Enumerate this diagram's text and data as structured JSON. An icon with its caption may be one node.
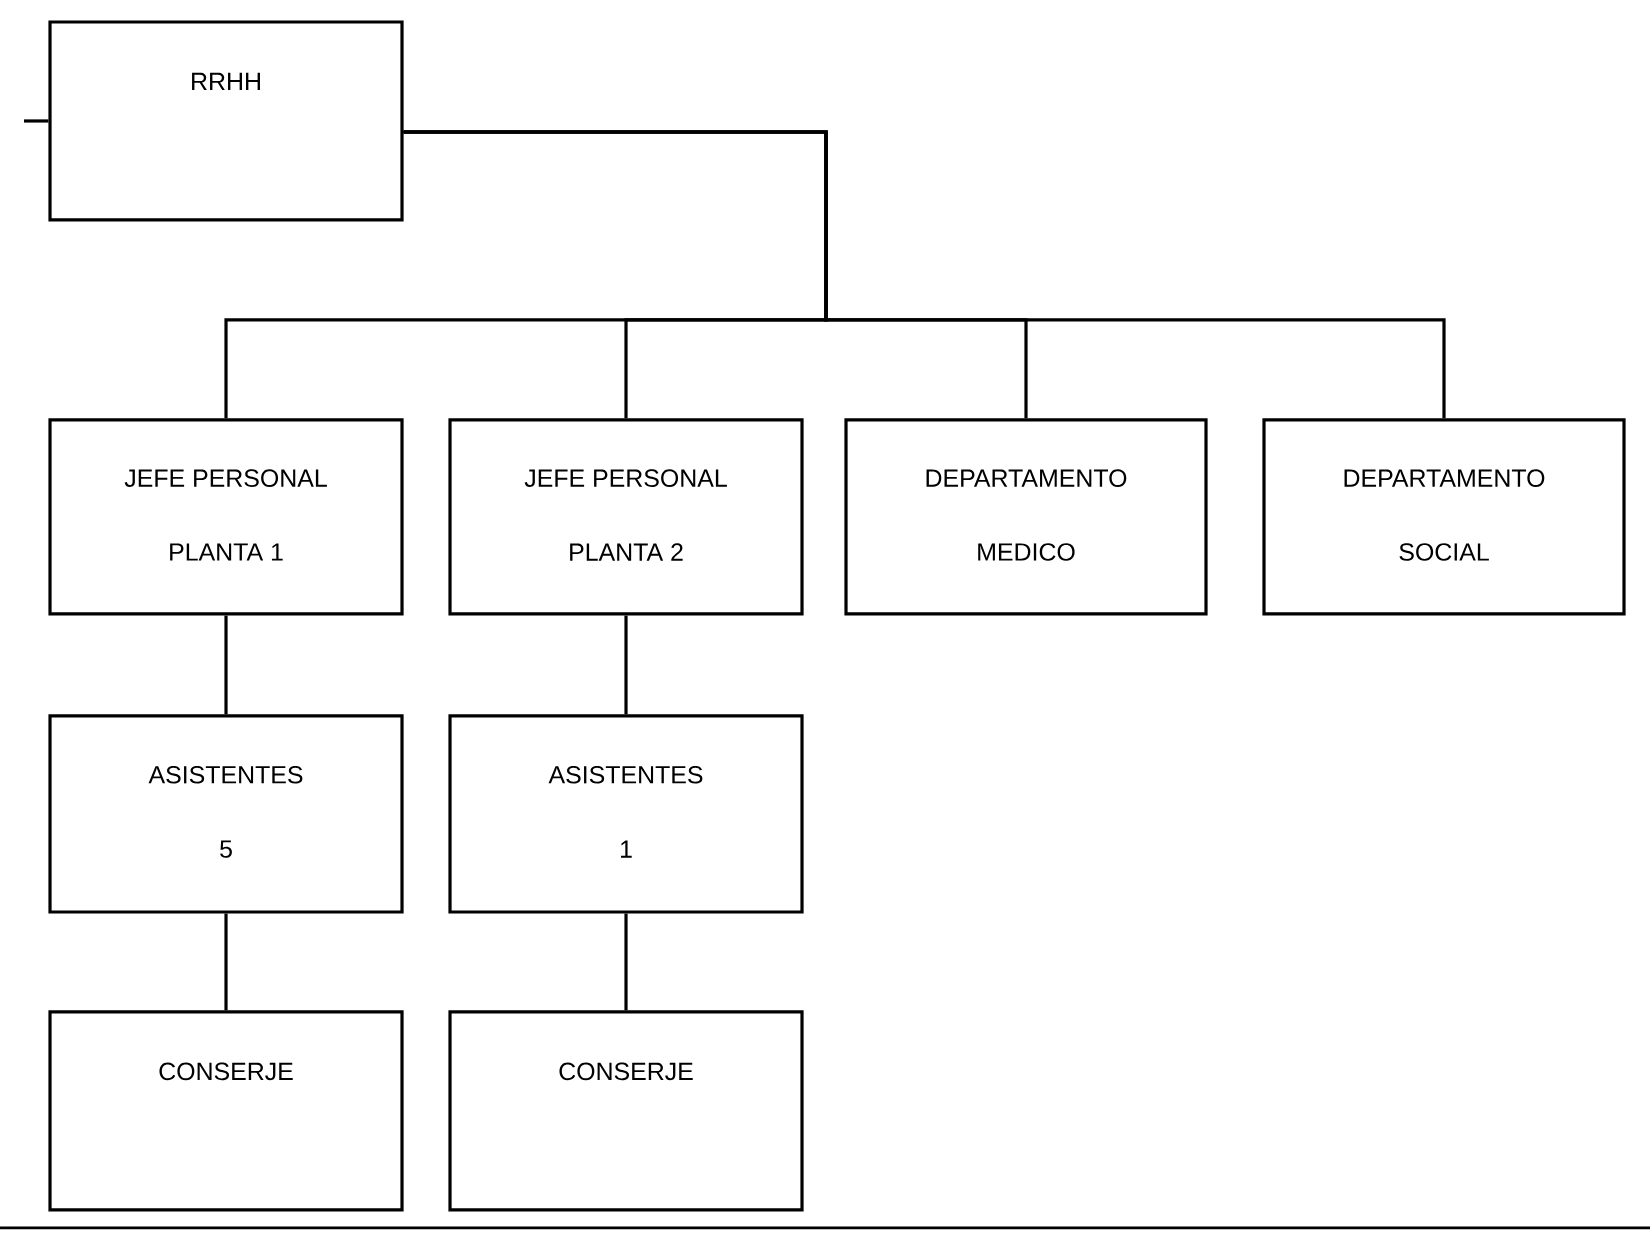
{
  "diagram": {
    "nodes": [
      {
        "text": [
          "RRHH"
        ]
      },
      {
        "text": [
          "JEFE PERSONAL",
          "PLANTA 1"
        ]
      },
      {
        "text": [
          "JEFE PERSONAL",
          "PLANTA 2"
        ]
      },
      {
        "text": [
          "DEPARTAMENTO",
          "MEDICO"
        ]
      },
      {
        "text": [
          "DEPARTAMENTO",
          "SOCIAL"
        ]
      },
      {
        "text": [
          "ASISTENTES",
          "5"
        ]
      },
      {
        "text": [
          "ASISTENTES",
          "1"
        ]
      },
      {
        "text": [
          "CONSERJE"
        ]
      },
      {
        "text": [
          "CONSERJE"
        ]
      }
    ],
    "edges": [
      {
        "from": null,
        "to": 0,
        "arrow": "none"
      },
      {
        "from": 0,
        "to": 1,
        "arrow": "none"
      },
      {
        "from": 0,
        "to": 2,
        "arrow": "none"
      },
      {
        "from": 0,
        "to": 3,
        "arrow": "none"
      },
      {
        "from": 0,
        "to": 4,
        "arrow": "none"
      },
      {
        "from": 1,
        "to": 5,
        "arrow": "none"
      },
      {
        "from": 2,
        "to": 6,
        "arrow": "none"
      },
      {
        "from": 5,
        "to": 7,
        "arrow": "none"
      },
      {
        "from": 6,
        "to": 8,
        "arrow": "none"
      }
    ]
  }
}
